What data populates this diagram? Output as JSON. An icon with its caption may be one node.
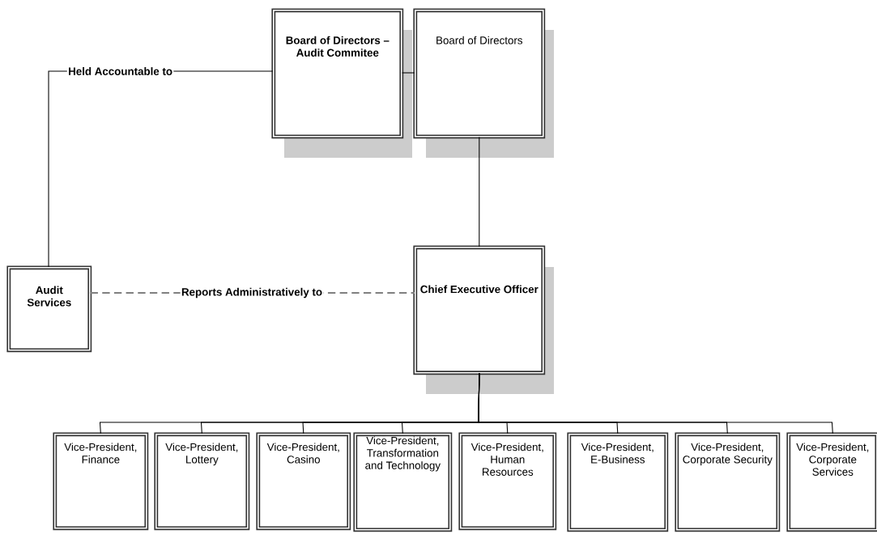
{
  "diagram": {
    "nodes": [
      {
        "text": [
          "Board of Directors – Audit Commitee"
        ]
      },
      {
        "text": [
          "Board of Directors"
        ]
      },
      {
        "text": [
          "Audit Services"
        ]
      },
      {
        "text": [
          "Chief Executive Officer"
        ]
      },
      {
        "text": [
          "Vice-President, Finance"
        ]
      },
      {
        "text": [
          "Vice-President, Lottery"
        ]
      },
      {
        "text": [
          "Vice-President, Casino"
        ]
      },
      {
        "text": [
          "Vice-President, Transformation and Technology"
        ]
      },
      {
        "text": [
          "Vice-President, Human Resources"
        ]
      },
      {
        "text": [
          "Vice-President, E-Business"
        ]
      },
      {
        "text": [
          "Vice-President, Corporate Security"
        ]
      },
      {
        "text": [
          "Vice-President, Corporate Services"
        ]
      }
    ],
    "edges": [
      {
        "from": 2,
        "to": 0,
        "arrow": "none",
        "label": "Held Accountable to"
      },
      {
        "from": 0,
        "to": 1,
        "arrow": "none"
      },
      {
        "from": 1,
        "to": 3,
        "arrow": "none"
      },
      {
        "from": 2,
        "to": 3,
        "arrow": "none",
        "label": "Reports Administratively to",
        "style": "dashed",
        "color": "#808080"
      },
      {
        "from": 3,
        "to": 4,
        "arrow": "none"
      },
      {
        "from": 3,
        "to": 5,
        "arrow": "none"
      },
      {
        "from": 3,
        "to": 6,
        "arrow": "none"
      },
      {
        "from": 3,
        "to": 7,
        "arrow": "none"
      },
      {
        "from": 3,
        "to": 8,
        "arrow": "none"
      },
      {
        "from": 3,
        "to": 9,
        "arrow": "none"
      },
      {
        "from": 3,
        "to": 10,
        "arrow": "none"
      },
      {
        "from": 3,
        "to": 11,
        "arrow": "none"
      }
    ]
  }
}
